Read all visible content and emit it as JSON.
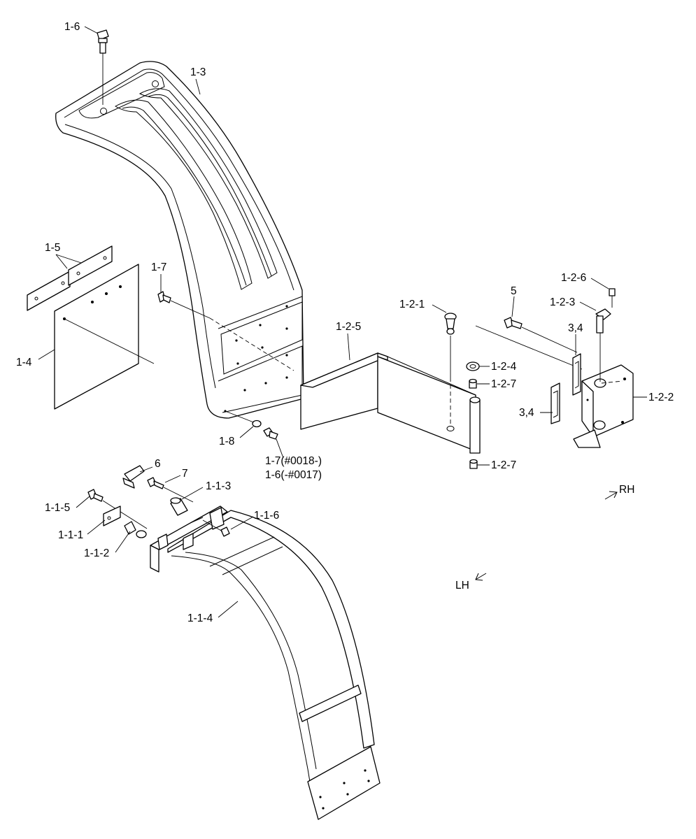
{
  "labels": {
    "l_1_6_top": "1-6",
    "l_1_3": "1-3",
    "l_1_5": "1-5",
    "l_1_7": "1-7",
    "l_1_4": "1-4",
    "l_1_8": "1-8",
    "l_1_7_serial": "1-7(#0018-)",
    "l_1_6_serial": "1-6(-#0017)",
    "l_1_2_5": "1-2-5",
    "l_1_2_1": "1-2-1",
    "l_5": "5",
    "l_1_2_6": "1-2-6",
    "l_1_2_3": "1-2-3",
    "l_3_4_upper": "3,4",
    "l_1_2_4": "1-2-4",
    "l_1_2_7_upper": "1-2-7",
    "l_1_2_2": "1-2-2",
    "l_3_4_lower": "3,4",
    "l_1_2_7_lower": "1-2-7",
    "l_6": "6",
    "l_7": "7",
    "l_1_1_3": "1-1-3",
    "l_1_1_5": "1-1-5",
    "l_1_1_6": "1-1-6",
    "l_1_1_1": "1-1-1",
    "l_1_1_2": "1-1-2",
    "l_1_1_4": "1-1-4"
  },
  "directions": {
    "rh": "RH",
    "lh": "LH"
  }
}
